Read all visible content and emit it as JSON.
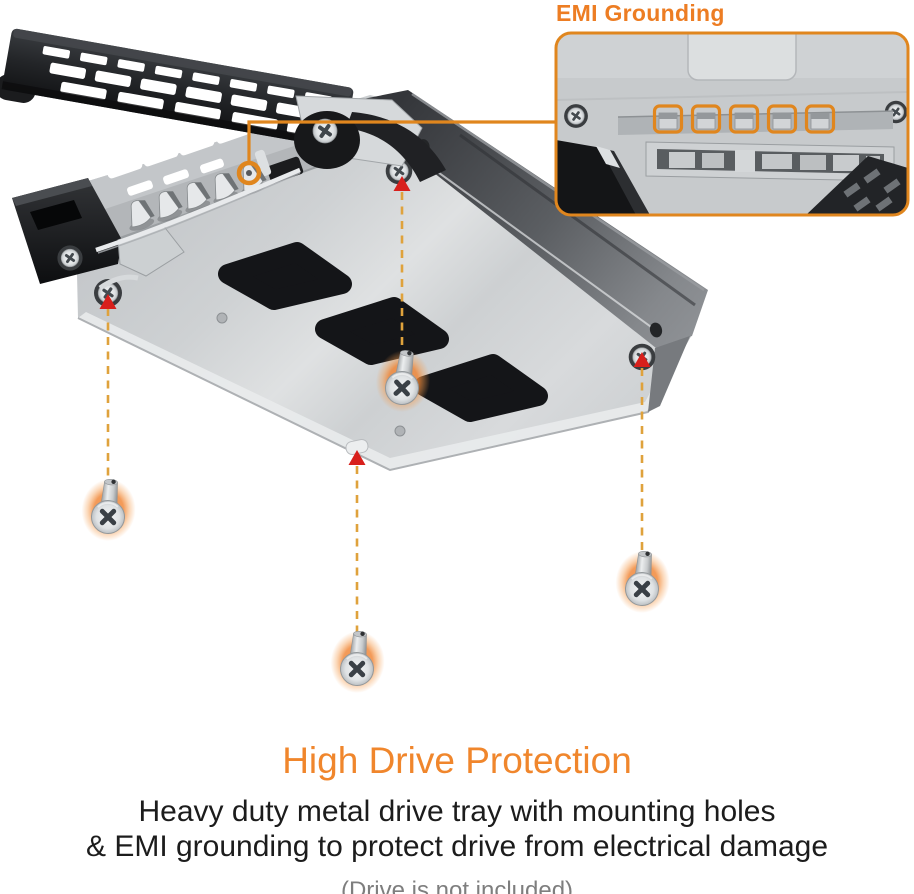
{
  "callout": {
    "label": "EMI Grounding"
  },
  "footer": {
    "title": "High Drive Protection",
    "description_line1": "Heavy duty metal drive tray with mounting holes",
    "description_line2": "& EMI grounding to protect drive from electrical damage",
    "note": "(Drive is not included)"
  },
  "colors": {
    "accent_orange": "#ED7D23",
    "title_orange": "#F0862C",
    "leader_line": "#E0861E",
    "dashed_line": "#DFA23C",
    "arrow_red": "#D8201C",
    "body_text": "#1C1C1C",
    "note_gray": "#7E7E7E"
  },
  "icons": {
    "screw": "mounting-screw-icon",
    "arrow": "red-arrow-icon",
    "marker": "callout-circle-marker",
    "inset": "emi-grounding-inset"
  }
}
